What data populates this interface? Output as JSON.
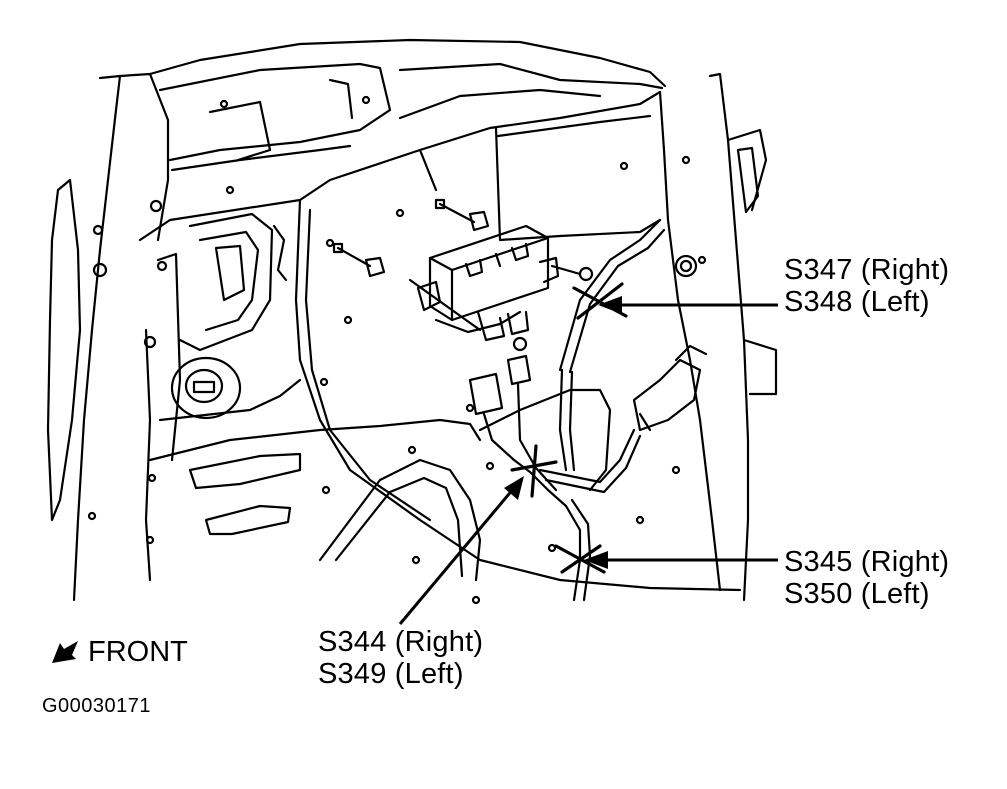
{
  "callouts": {
    "s347_s348": {
      "line1": "S347 (Right)",
      "line2": "S348 (Left)"
    },
    "s345_s350": {
      "line1": "S345 (Right)",
      "line2": "S350 (Left)"
    },
    "s344_s349": {
      "line1": "S344 (Right)",
      "line2": "S349 (Left)"
    }
  },
  "orientation": {
    "label": "FRONT",
    "icon": "front-arrow-icon"
  },
  "figure_id": "G00030171"
}
